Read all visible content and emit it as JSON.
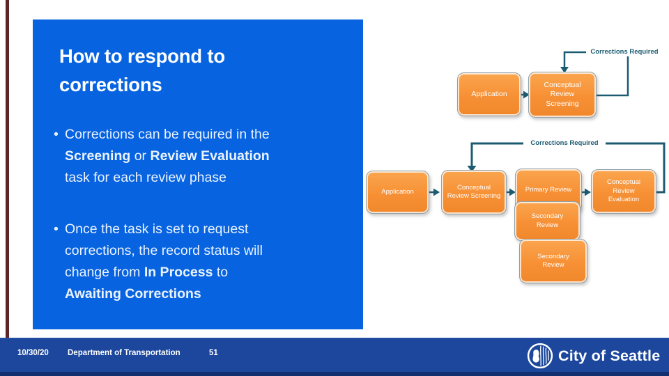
{
  "slide": {
    "title_lines": [
      "How to respond to",
      "corrections"
    ],
    "bullet_char": "•",
    "bullets": [
      {
        "lines": [
          [
            {
              "t": "Corrections can be required in the"
            }
          ],
          [
            {
              "t": "Screening",
              "b": true
            },
            {
              "t": " or "
            },
            {
              "t": "Review Evaluation",
              "b": true
            }
          ],
          [
            {
              "t": "task for each review phase"
            }
          ]
        ]
      },
      {
        "lines": [
          [
            {
              "t": "Once the task is set to request"
            }
          ],
          [
            {
              "t": "corrections, the record status will"
            }
          ],
          [
            {
              "t": "change from "
            },
            {
              "t": "In Process",
              "b": true
            },
            {
              "t": " to"
            }
          ],
          [
            {
              "t": "Awaiting Corrections",
              "b": true
            }
          ]
        ]
      }
    ]
  },
  "diagram_top": {
    "loop_label": "Corrections Required",
    "boxes": [
      "Application",
      "Conceptual Review Screening"
    ]
  },
  "diagram_bottom": {
    "loop_label": "Corrections Required",
    "boxes": [
      "Application",
      "Conceptual Review Screening",
      "Primary Review",
      "Secondary Review",
      "Secondary Review",
      "Conceptual Review Evaluation"
    ]
  },
  "footer": {
    "date": "10/30/20",
    "department": "Department of Transportation",
    "page_number": "51",
    "logo_text": "City of Seattle"
  },
  "colors": {
    "slide_blue": "#0763E0",
    "footer_navy": "#1C479C",
    "accent_maroon": "#5E2423",
    "box_orange": "#F79646",
    "connector_teal": "#1C5B72"
  }
}
